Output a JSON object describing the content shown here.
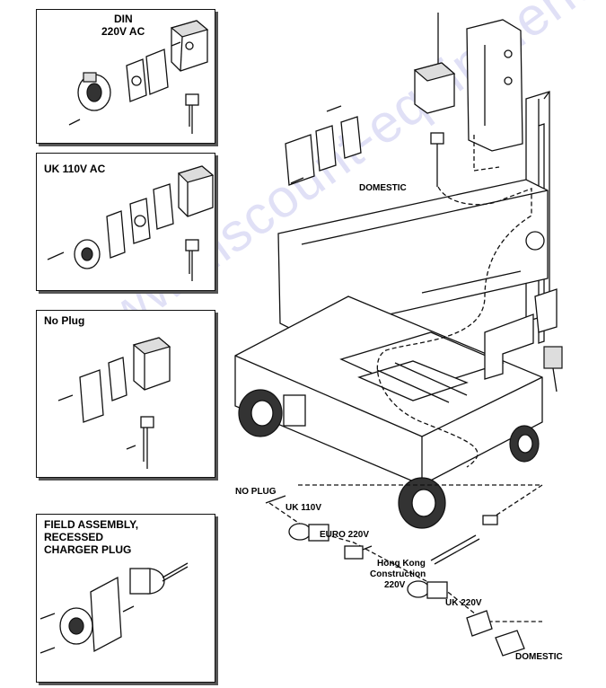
{
  "panels": {
    "din": {
      "title_line1": "DIN",
      "title_line2": "220V AC"
    },
    "uk110": {
      "title": "UK 110V AC"
    },
    "noplug": {
      "title": "No Plug"
    },
    "field": {
      "title_line1": "FIELD ASSEMBLY,",
      "title_line2": "RECESSED",
      "title_line3": "CHARGER PLUG"
    }
  },
  "labels": {
    "domestic_top": "DOMESTIC",
    "no_plug": "NO PLUG",
    "uk_110v": "UK 110V",
    "euro_220v": "EURO 220V",
    "hk_line1": "Hong Kong",
    "hk_line2": "Construction",
    "hk_line3": "220V",
    "uk_220v": "UK 220V",
    "domestic_bottom": "DOMESTIC"
  },
  "watermark": "www.discount-equipment.com"
}
